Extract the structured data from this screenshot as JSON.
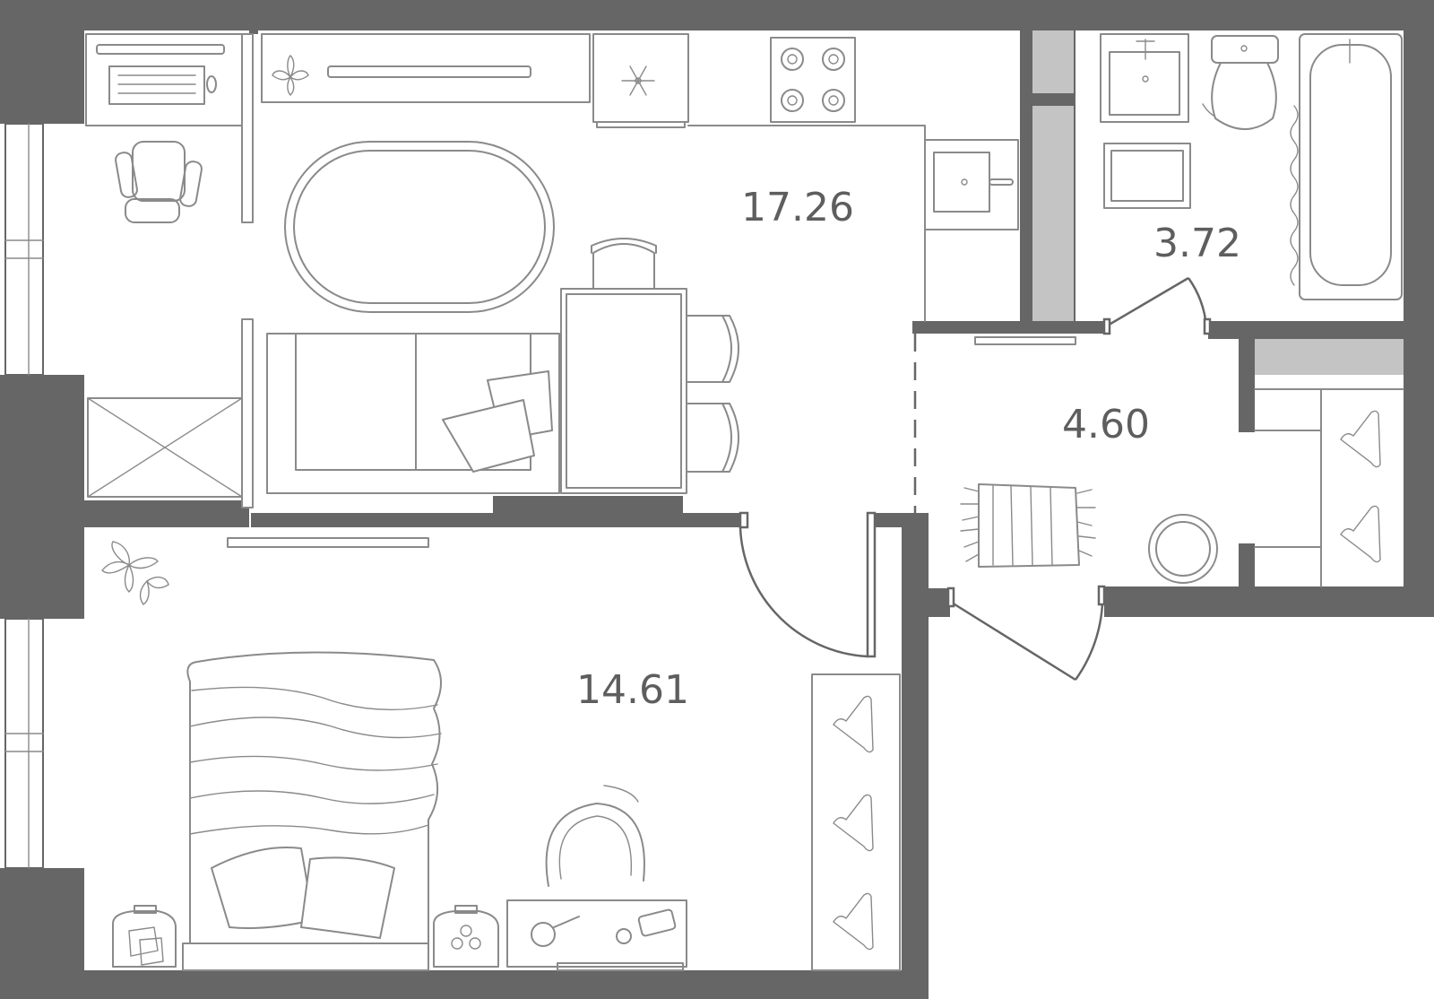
{
  "rooms": {
    "kitchen_living": {
      "area": "17.26"
    },
    "bathroom": {
      "area": "3.72"
    },
    "hallway": {
      "area": "4.60"
    },
    "bedroom": {
      "area": "14.61"
    }
  },
  "colors": {
    "wall": "#666666",
    "furniture_line": "#8a8a8a",
    "column": "#c4c4c4",
    "text": "#5e5e5e"
  }
}
